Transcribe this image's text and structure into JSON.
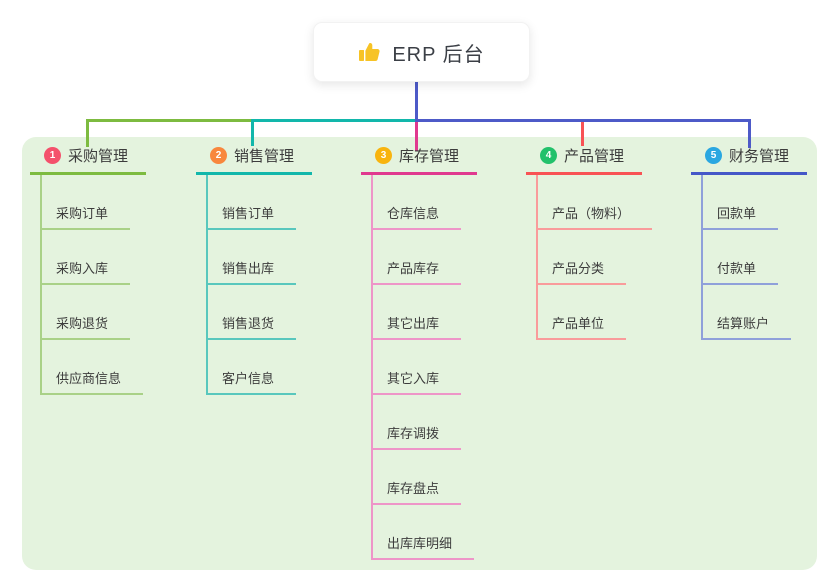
{
  "root": {
    "label": "ERP 后台",
    "icon": "thumbs-up-icon",
    "icon_color": "#f7c325"
  },
  "colors": {
    "canvas_bg": "#ffffff",
    "panel_bg": "#e4f3de",
    "root_connector": "#4d5ac8",
    "text": "#3d3d3d"
  },
  "branches": [
    {
      "index": "1",
      "label": "采购管理",
      "badge_color": "#f4516c",
      "line_color": "#7dbb40",
      "line_tint": "#a9d187",
      "items": [
        "采购订单",
        "采购入库",
        "采购退货",
        "供应商信息"
      ]
    },
    {
      "index": "2",
      "label": "销售管理",
      "badge_color": "#f8873d",
      "line_color": "#12b7ab",
      "line_tint": "#58c7bd",
      "items": [
        "销售订单",
        "销售出库",
        "销售退货",
        "客户信息"
      ]
    },
    {
      "index": "3",
      "label": "库存管理",
      "badge_color": "#f8b40e",
      "line_color": "#e0398f",
      "line_tint": "#ee95c8",
      "items": [
        "仓库信息",
        "产品库存",
        "其它出库",
        "其它入库",
        "库存调拨",
        "库存盘点",
        "出库库明细"
      ]
    },
    {
      "index": "4",
      "label": "产品管理",
      "badge_color": "#22c16b",
      "line_color": "#f85254",
      "line_tint": "#f99b9b",
      "items": [
        "产品（物料）",
        "产品分类",
        "产品单位"
      ]
    },
    {
      "index": "5",
      "label": "财务管理",
      "badge_color": "#2aa7e1",
      "line_color": "#4557c8",
      "line_tint": "#8fa0da",
      "items": [
        "回款单",
        "付款单",
        "结算账户"
      ]
    }
  ]
}
